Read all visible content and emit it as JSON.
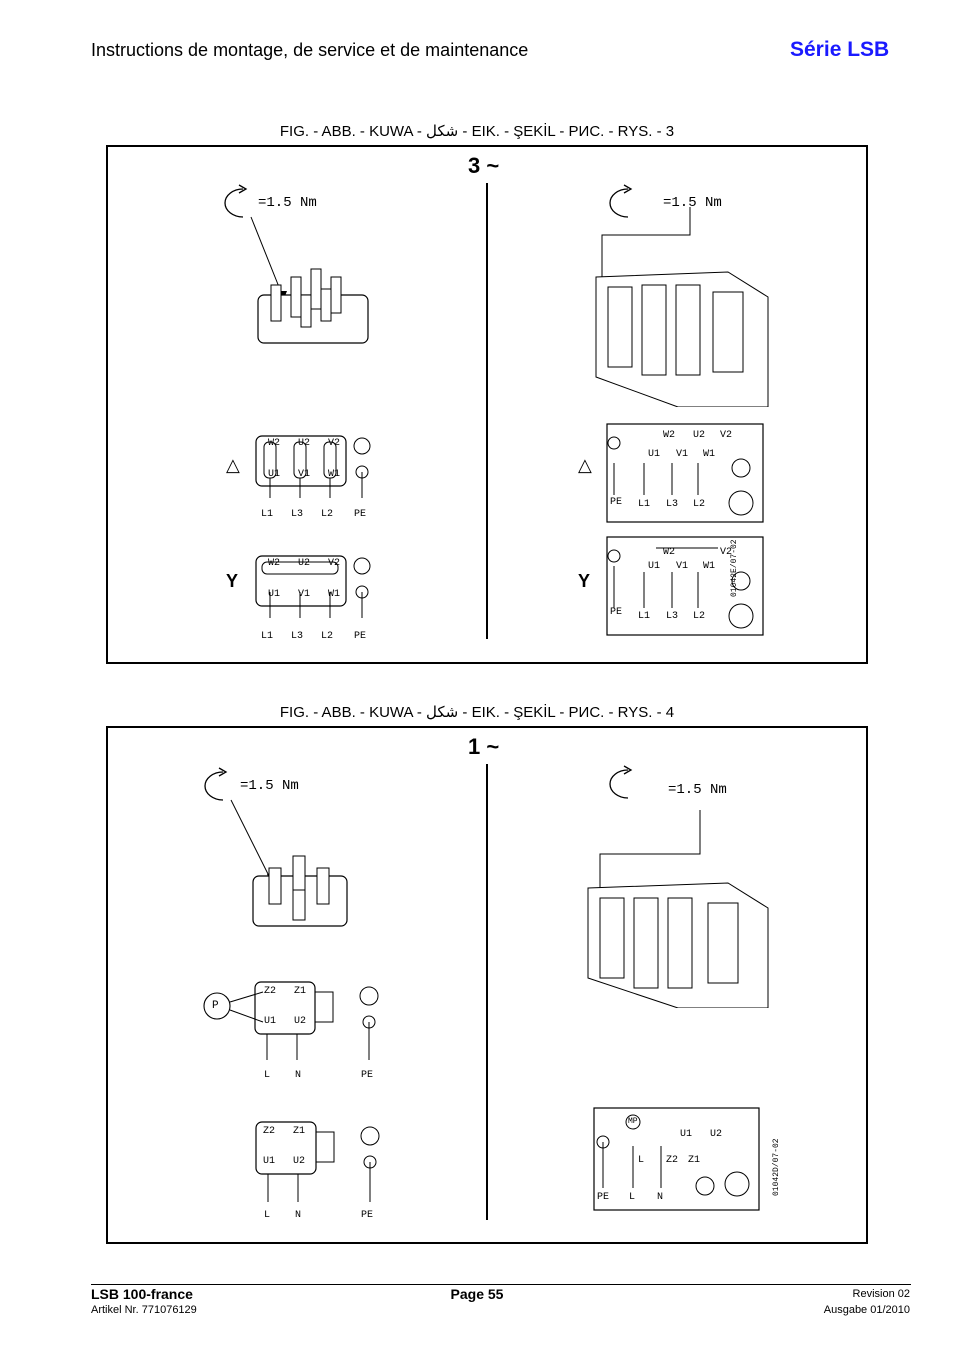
{
  "header": {
    "title": "Instructions de montage, de service et de maintenance",
    "series": "Série LSB"
  },
  "figure3": {
    "caption": "FIG. - ABB. - KUWA - شكل - EIK. - ŞEKİL - РИС. - RYS. - 3",
    "phase": "3 ~",
    "torque_left": "=1.5 Nm",
    "torque_right": "=1.5 Nm",
    "delta_symbol": "△",
    "star_symbol": "Y",
    "delta_left_terminals": [
      "W2",
      "U2",
      "V2",
      "U1",
      "V1",
      "W1"
    ],
    "star_left_terminals": [
      "W2",
      "U2",
      "V2",
      "U1",
      "V1",
      "W1"
    ],
    "left_labels": [
      "L1",
      "L3",
      "L2",
      "PE"
    ],
    "right_terminals": [
      "W2",
      "U2",
      "V2",
      "U1",
      "V1",
      "W1"
    ],
    "right_labels": [
      "PE",
      "L1",
      "L3",
      "L2"
    ],
    "ref_code": "01042E/07-02"
  },
  "figure4": {
    "caption": "FIG. - ABB. - KUWA - شكل - EIK. - ŞEKİL - РИС. - RYS. - 4",
    "phase": "1 ~",
    "torque_left": "=1.5 Nm",
    "torque_right": "=1.5 Nm",
    "p_label": "P",
    "left_terminals": [
      "Z2",
      "Z1",
      "U1",
      "U2"
    ],
    "left_labels": [
      "L",
      "N",
      "PE"
    ],
    "right_box_label": "MP",
    "right_terminals": [
      "U1",
      "U2",
      "L",
      "Z2",
      "Z1"
    ],
    "right_labels": [
      "PE",
      "L",
      "N"
    ],
    "ref_code": "01042D/07-02"
  },
  "footer": {
    "doc": "LSB 100-france",
    "article": "Artikel Nr. 771076129",
    "page": "Page 55",
    "revision": "Revision 02",
    "edition": "Ausgabe 01/2010"
  }
}
